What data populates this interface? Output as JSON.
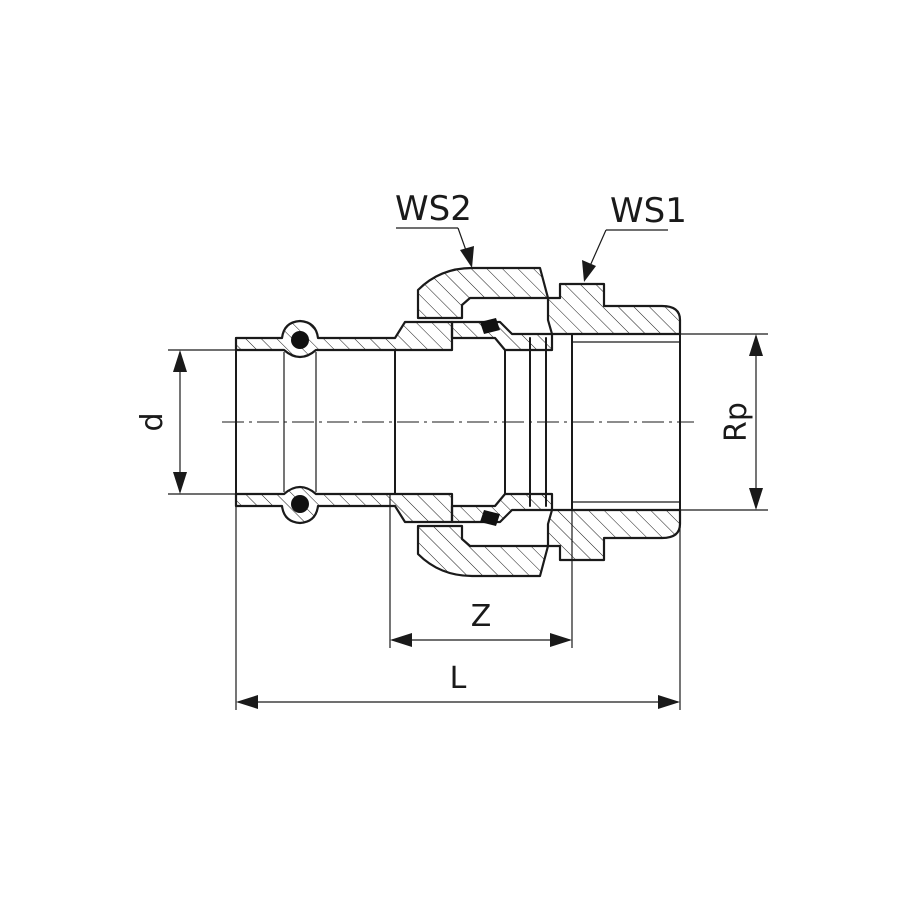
{
  "drawing": {
    "labels": {
      "ws2": "WS2",
      "ws1": "WS1",
      "d": "d",
      "rp": "Rp",
      "z": "Z",
      "l": "L"
    },
    "line_color": "#1a1a1a",
    "background": "#ffffff"
  }
}
